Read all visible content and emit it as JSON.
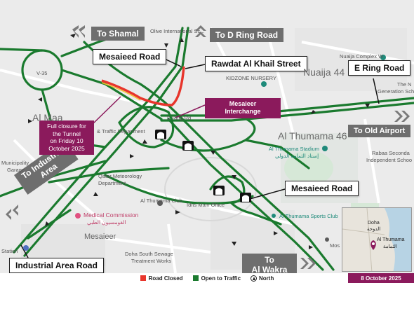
{
  "callouts": {
    "to_shamal": "To Shamal",
    "to_d_ring": "To D Ring Road",
    "mesaieed_road_top": "Mesaieed Road",
    "rawdat": "Rawdat Al Khail Street",
    "e_ring": "E Ring Road",
    "to_old_airport": "To Old Airport",
    "mesaieed_road_right": "Mesaieed Road",
    "to_industrial_area": "To Industrial\nArea",
    "industrial_area_road": "Industrial Area Road",
    "to_al_wakra_1": "To",
    "to_al_wakra_2": "Al Wakra"
  },
  "notices": {
    "closure_1": "Full closure for the Tunnel",
    "closure_2": "on Friday 10 October 2025",
    "interchange_1": "Mesaieer",
    "interchange_2": "Interchange"
  },
  "places": {
    "olive": "Olive International Sc...",
    "kidzone": "KIDZONE NURSERY",
    "nuaija_complex": "Nuaija Complex W",
    "nuaija44": "Nuaija 44",
    "the_n": "The N",
    "generation": "Generation School",
    "al_maa": "Al Maa",
    "v35": "V-35",
    "al_thumama46": "Al Thumama 46",
    "stadium_en": "Al Thumama Stadium",
    "stadium_ar": "إستاد الثمامة الدولي",
    "rabaa_1": "Rabaa Seconda",
    "rabaa_2": "Independent Schoo",
    "municipality_1": "Municipality",
    "municipality_2": "Garage",
    "meteorology_1": "Qatar Meteorology",
    "meteorology_2": "Department",
    "medical_en": "Medical Commission",
    "medical_ar": "القومسيون الطبي",
    "al_thumama_club": "Al Thumama Club",
    "idris": "Idris Main Office",
    "sports_club": "Al Thumama Sports Club",
    "mesaieer": "Mesaieer",
    "sewage_1": "Doha South Sewage",
    "sewage_2": "Treatment Works",
    "mos": "Mos",
    "e_ring_small": "E Ring Rd",
    "station": "Station",
    "traffic_dept": "& Traffic Department"
  },
  "inset": {
    "doha_en": "Doha",
    "doha_ar": "الدوحة",
    "thumama_en": "Al Thumama",
    "thumama_ar": "الثمامة"
  },
  "legend": {
    "closed_label": "Road Closed",
    "open_label": "Open to Traffic",
    "north_label": "North"
  },
  "date": "8 October 2025",
  "colors": {
    "closed": "#e8352b",
    "open": "#1a7a2e",
    "accent": "#8b1a5c",
    "grey_box": "#6e6e6e"
  },
  "icons": [
    "tunnel-icon",
    "chevron-icon",
    "medical-pin-icon",
    "stadium-pin-icon",
    "school-pin-icon",
    "north-arrow-icon",
    "location-pin-icon"
  ]
}
